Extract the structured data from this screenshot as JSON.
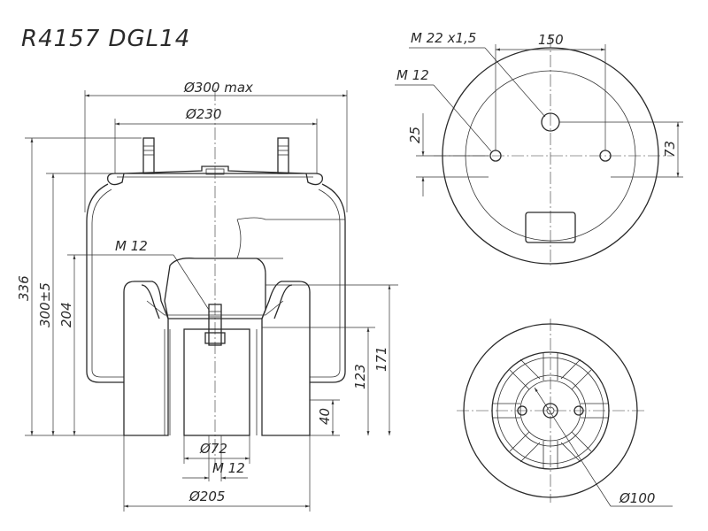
{
  "title": "R4157 DGL14",
  "dimensions": {
    "d300max": "Ø300 max",
    "d230": "Ø230",
    "m12_side": "M 12",
    "h336": "336",
    "h300": "300±5",
    "h204": "204",
    "h123": "123",
    "h171": "171",
    "h40": "40",
    "d72": "Ø72",
    "m12_bottom": "M 12",
    "d205": "Ø205",
    "m22": "M 22 x1,5",
    "w150": "150",
    "m12_top": "M 12",
    "h25": "25",
    "h73": "73",
    "d100": "Ø100"
  },
  "colors": {
    "line": "#2a2a2a",
    "background": "#ffffff"
  }
}
